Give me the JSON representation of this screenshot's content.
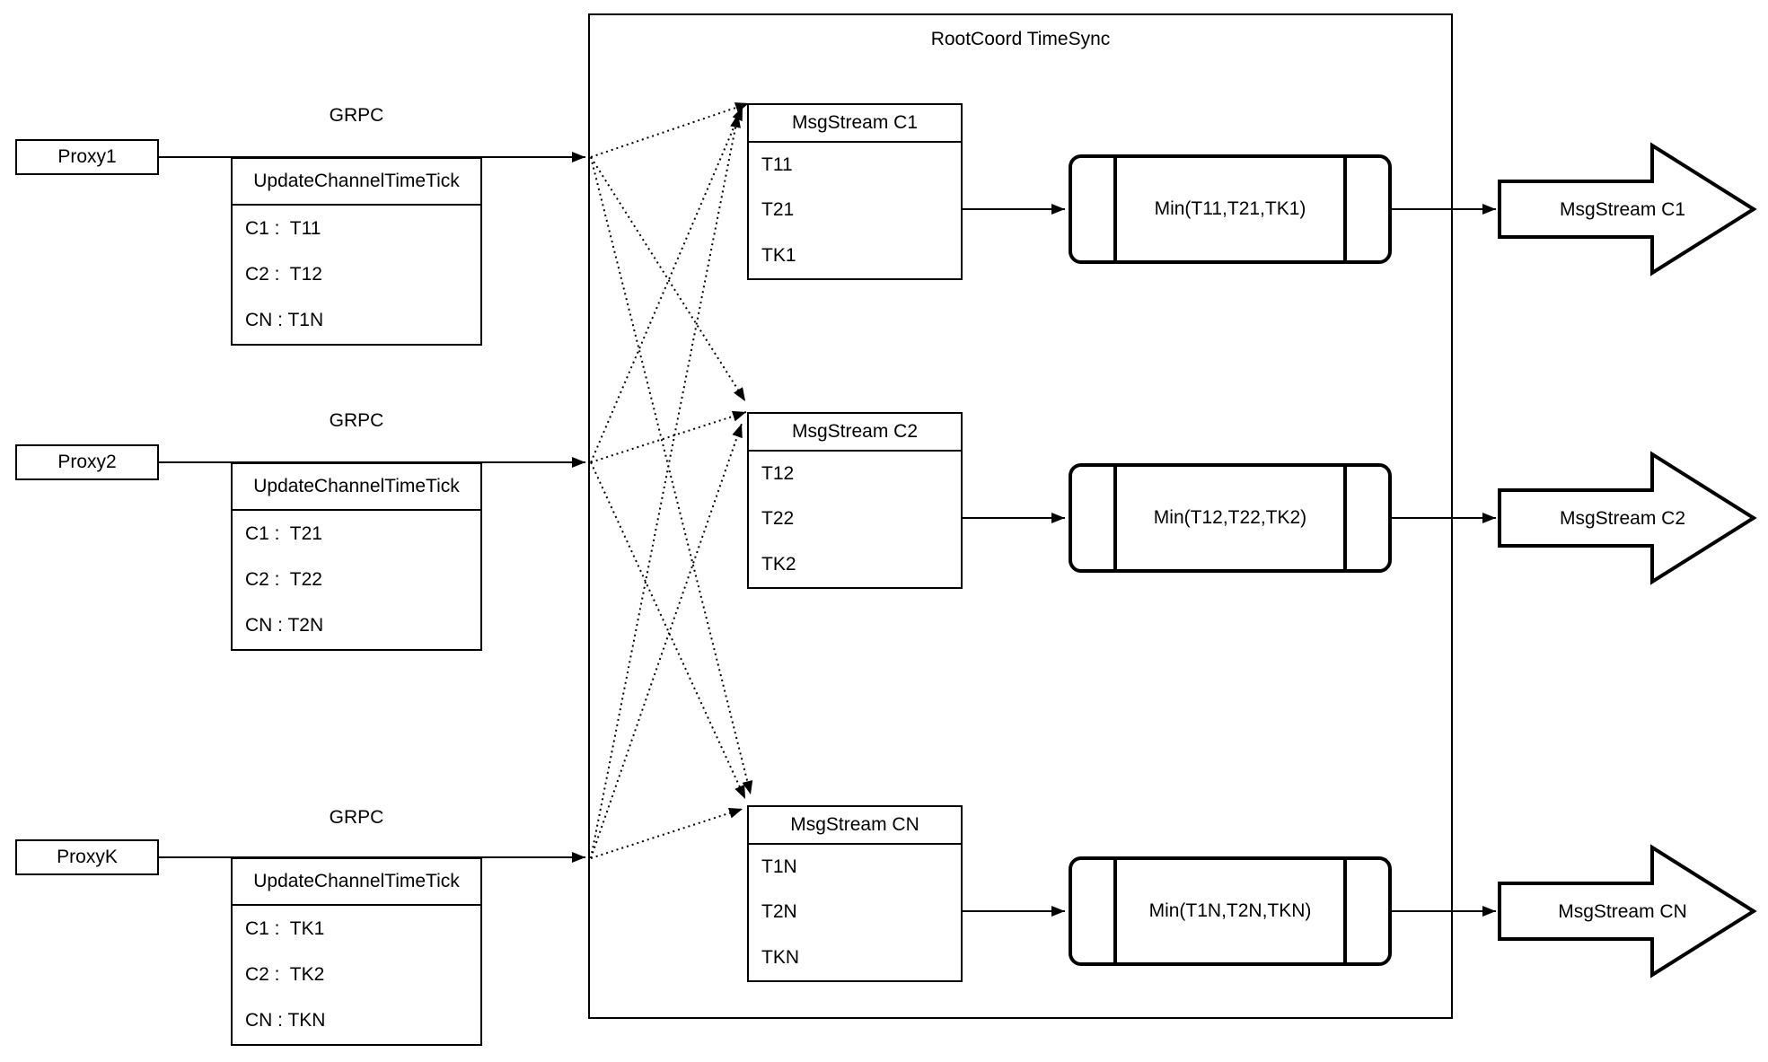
{
  "diagram": {
    "title": "RootCoord TimeSync",
    "colors": {
      "stroke": "#000000",
      "background": "#ffffff"
    },
    "proxies": [
      {
        "name": "Proxy1",
        "rpc_label": "GRPC",
        "table_header": "UpdateChannelTimeTick",
        "rows": [
          "C1 :  T11",
          "C2 :  T12",
          "CN : T1N"
        ]
      },
      {
        "name": "Proxy2",
        "rpc_label": "GRPC",
        "table_header": "UpdateChannelTimeTick",
        "rows": [
          "C1 :  T21",
          "C2 :  T22",
          "CN : T2N"
        ]
      },
      {
        "name": "ProxyK",
        "rpc_label": "GRPC",
        "table_header": "UpdateChannelTimeTick",
        "rows": [
          "C1 :  TK1",
          "C2 :  TK2",
          "CN : TKN"
        ]
      }
    ],
    "streams": [
      {
        "header": "MsgStream C1",
        "rows": [
          "T11",
          "T21",
          "TK1"
        ],
        "min_label": "Min(T11,T21,TK1)",
        "out_label": "MsgStream C1"
      },
      {
        "header": "MsgStream C2",
        "rows": [
          "T12",
          "T22",
          "TK2"
        ],
        "min_label": "Min(T12,T22,TK2)",
        "out_label": "MsgStream C2"
      },
      {
        "header": "MsgStream CN",
        "rows": [
          "T1N",
          "T2N",
          "TKN"
        ],
        "min_label": "Min(T1N,T2N,TKN)",
        "out_label": "MsgStream CN"
      }
    ]
  }
}
